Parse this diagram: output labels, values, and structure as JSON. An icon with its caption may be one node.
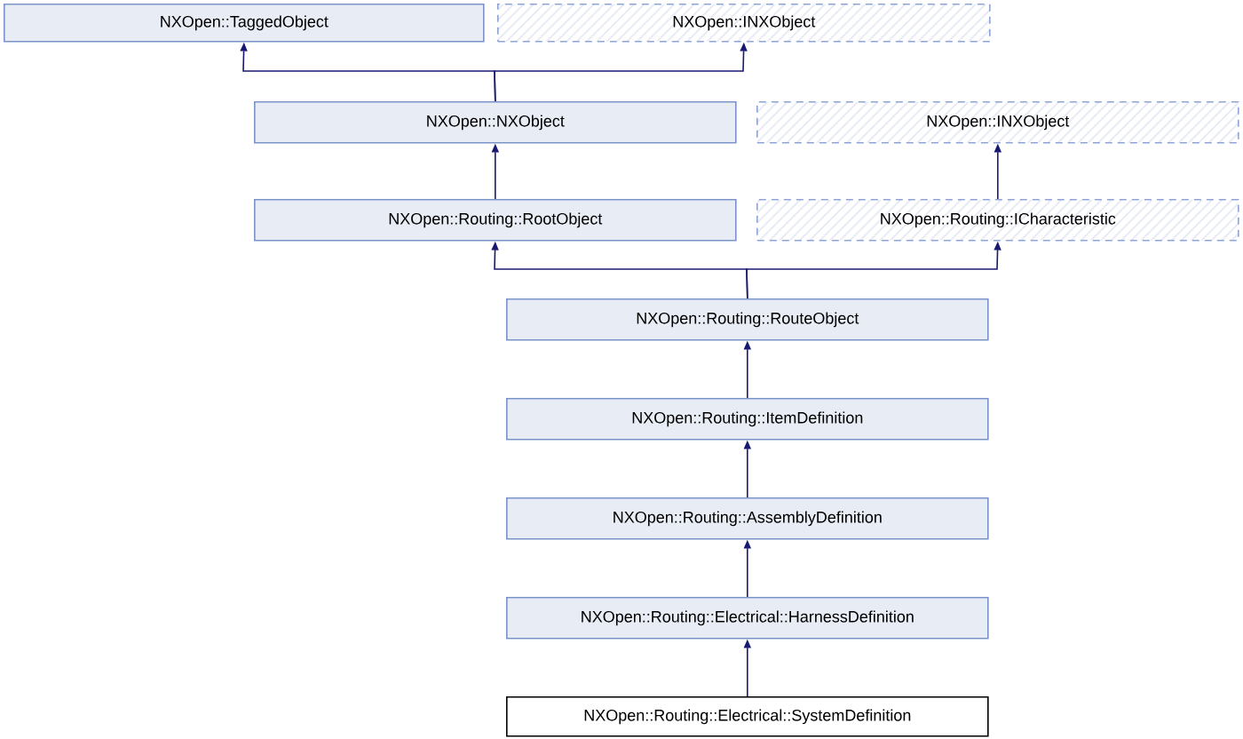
{
  "diagram": {
    "nodes": [
      {
        "text": [
          "NXOpen::TaggedObject"
        ]
      },
      {
        "text": [
          "NXOpen::INXObject"
        ]
      },
      {
        "text": [
          "NXOpen::NXObject"
        ]
      },
      {
        "text": [
          "NXOpen::INXObject"
        ]
      },
      {
        "text": [
          "NXOpen::Routing::RootObject"
        ]
      },
      {
        "text": [
          "NXOpen::Routing::ICharacteristic"
        ]
      },
      {
        "text": [
          "NXOpen::Routing::RouteObject"
        ]
      },
      {
        "text": [
          "NXOpen::Routing::ItemDefinition"
        ]
      },
      {
        "text": [
          "NXOpen::Routing::AssemblyDefinition"
        ]
      },
      {
        "text": [
          "NXOpen::Routing::Electrical::HarnessDefinition"
        ]
      },
      {
        "text": [
          "NXOpen::Routing::Electrical::SystemDefinition"
        ]
      }
    ],
    "edges": [
      {
        "from": 2,
        "to": 0,
        "arrow": "to"
      },
      {
        "from": 2,
        "to": 1,
        "arrow": "to"
      },
      {
        "from": 4,
        "to": 2,
        "arrow": "to"
      },
      {
        "from": 5,
        "to": 3,
        "arrow": "to"
      },
      {
        "from": 6,
        "to": 4,
        "arrow": "to"
      },
      {
        "from": 6,
        "to": 5,
        "arrow": "to"
      },
      {
        "from": 7,
        "to": 6,
        "arrow": "to"
      },
      {
        "from": 8,
        "to": 7,
        "arrow": "to"
      },
      {
        "from": 9,
        "to": 8,
        "arrow": "to"
      },
      {
        "from": 10,
        "to": 9,
        "arrow": "to"
      }
    ]
  }
}
